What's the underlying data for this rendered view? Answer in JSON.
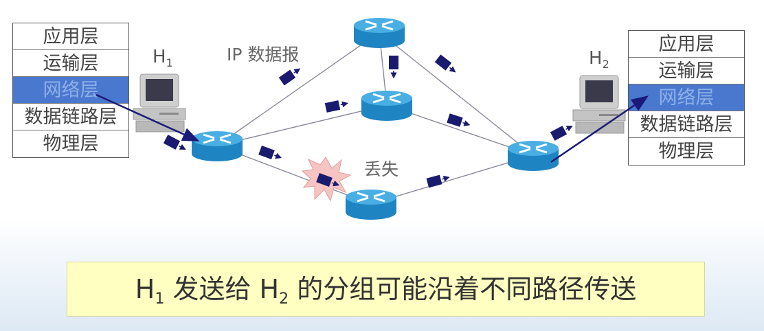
{
  "hosts": {
    "h1": {
      "letter": "H",
      "sub": "1"
    },
    "h2": {
      "letter": "H",
      "sub": "2"
    }
  },
  "stacks": {
    "h1": [
      "应用层",
      "运输层",
      "网络层",
      "数据链路层",
      "物理层"
    ],
    "h2": [
      "应用层",
      "运输层",
      "网络层",
      "数据链路层",
      "物理层"
    ],
    "highlighted_layer": "网络层"
  },
  "labels": {
    "datagram": "IP 数据报",
    "lost": "丢失"
  },
  "caption": {
    "h1_letter": "H",
    "h1_sub": "1",
    "mid": " 发送给 ",
    "h2_letter": "H",
    "h2_sub": "2",
    "tail": " 的分组可能沿着不同路径传送"
  },
  "colors": {
    "router_body": "#1f84c2",
    "router_top": "#49aee3",
    "packet": "#1a1a6e",
    "path_arrow": "#1a1a7a",
    "highlight": "#4a78cf",
    "burst": "#f7c4c4",
    "caption_bg": "#ffffc2"
  },
  "icons": {
    "router": "router-icon",
    "host": "computer-icon",
    "packet": "packet-icon",
    "loss": "explosion-burst-icon"
  }
}
